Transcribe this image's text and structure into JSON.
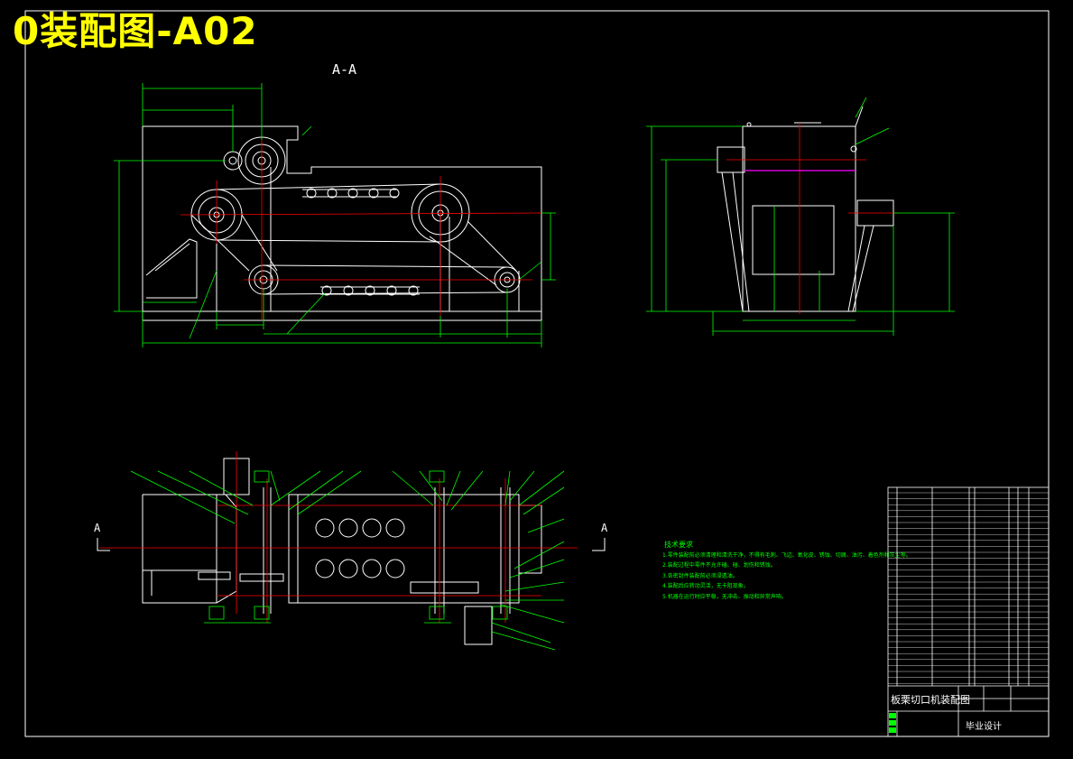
{
  "drawing": {
    "title": "0装配图-A02",
    "section_label": "A-A",
    "view_marker": "A"
  },
  "notes": {
    "heading": "技术要求",
    "items": [
      "1.零件装配前必须清理和清洗干净，不得有毛刺、飞边、氧化皮、锈蚀、切屑、油污、着色剂和灰尘等。",
      "2.装配过程中零件不允许磕、碰、划伤和锈蚀。",
      "3.各密封件装配前必须浸透油。",
      "4.装配后应转动灵活，无卡阻现象。",
      "5.机器在运行时应平稳，无冲击、振动和异常声响。"
    ]
  },
  "title_block": {
    "name": "板栗切口机装配图",
    "subtitle": "毕业设计"
  },
  "colors": {
    "background": "#000000",
    "line": "#ffffff",
    "dimension": "#00ff00",
    "centerline": "#ff0000",
    "title": "#ffff00",
    "accent": "#ff00ff"
  }
}
